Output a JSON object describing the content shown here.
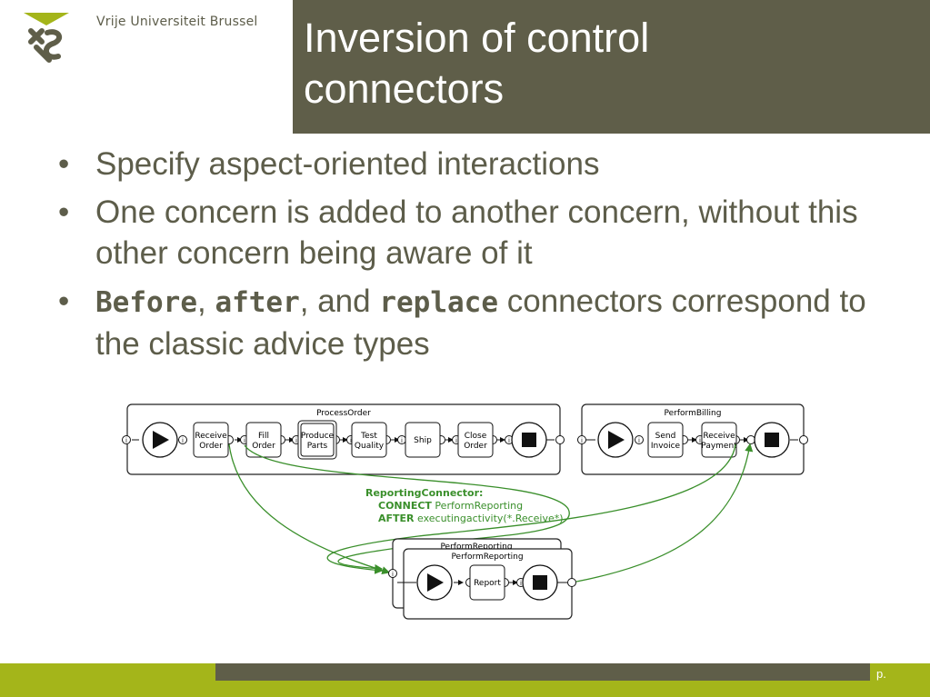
{
  "header": {
    "university_name": "Vrije Universiteit Brussel",
    "title_line1": "Inversion of control",
    "title_line2": "connectors"
  },
  "bullets": [
    {
      "text": "Specify aspect-oriented interactions"
    },
    {
      "text": "One concern is added to another concern, without this other concern being aware of it"
    },
    {
      "kw1": "Before",
      "sep1": ", ",
      "kw2": "after",
      "sep2": ", and ",
      "kw3": "replace",
      "rest": " connectors correspond to the classic advice types"
    }
  ],
  "diagram": {
    "process_order": {
      "title": "ProcessOrder",
      "activities": [
        {
          "line1": "Receive",
          "line2": "Order"
        },
        {
          "line1": "Fill",
          "line2": "Order"
        },
        {
          "line1": "Produce",
          "line2": "Parts"
        },
        {
          "line1": "Test",
          "line2": "Quality"
        },
        {
          "line1": "Ship",
          "line2": ""
        },
        {
          "line1": "Close",
          "line2": "Order"
        }
      ]
    },
    "perform_billing": {
      "title": "PerformBilling",
      "activities": [
        {
          "line1": "Send",
          "line2": "Invoice"
        },
        {
          "line1": "Receive",
          "line2": "Payment"
        }
      ]
    },
    "perform_reporting": {
      "title_back": "PerformReporting",
      "title_front": "PerformReporting",
      "activity": "Report"
    },
    "connector": {
      "name": "ReportingConnector:",
      "line2_kw": "CONNECT",
      "line2_rest": " PerformReporting",
      "line3_kw": "AFTER",
      "line3_rest": " executingactivity(*.Receive*)"
    },
    "port_label": "i"
  },
  "footer": {
    "page_label": "p."
  },
  "colors": {
    "title_bg": "#5f5e49",
    "footer_lime": "#a4b51a",
    "text": "#5d5d4a",
    "connector_green": "#3a8f2b"
  },
  "icons": {
    "logo": "vub-logo-icon",
    "start": "play-icon",
    "end": "stop-icon"
  }
}
